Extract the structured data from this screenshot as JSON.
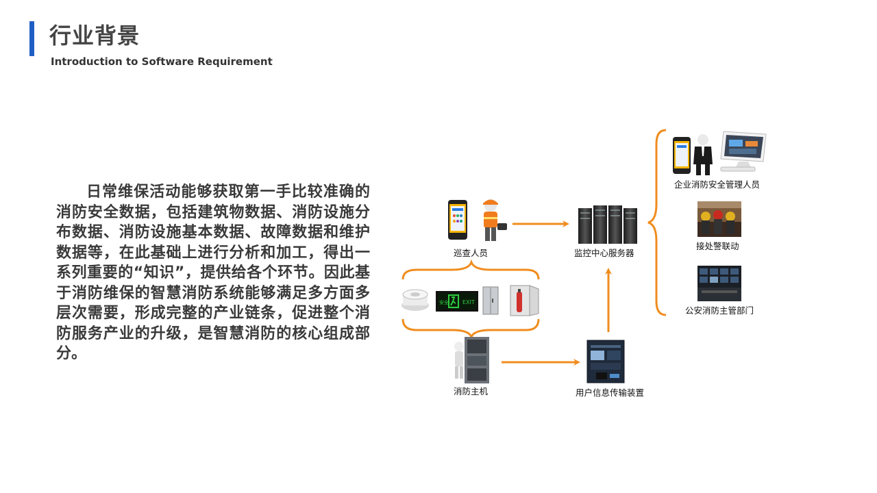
{
  "header": {
    "title": "行业背景",
    "subtitle": "Introduction to Software Requirement",
    "accent_color": "#1f5fc4"
  },
  "body": {
    "paragraph": "日常维保活动能够获取第一手比较准确的消防安全数据，包括建筑物数据、消防设施分布数据、消防设施基本数据、故障数据和维护数据等，在此基础上进行分析和加工，得出一系列重要的“知识”，提供给各个环节。因此基于消防维保的智慧消防系统能够满足多方面多层次需要，形成完整的产业链条，促进整个消防服务产业的升级，是智慧消防的核心组成部分。"
  },
  "diagram": {
    "arrow_color": "#f08c1e",
    "nodes": {
      "patrol": "巡查人员",
      "server": "监控中心服务器",
      "fire_host": "消防主机",
      "transmitter": "用户信息传输装置",
      "enterprise": "企业消防安全管理人员",
      "alarm": "接处警联动",
      "police": "公安消防主管部门"
    },
    "icons": [
      "phone-icon",
      "worker-icon",
      "server-icon",
      "smoke-detector-icon",
      "exit-sign-icon",
      "cabinet-icon",
      "extinguisher-cabinet-icon",
      "fire-host-icon",
      "transmitter-icon",
      "manager-icon",
      "monitor-icon",
      "firefighters-photo",
      "control-room-photo"
    ]
  }
}
